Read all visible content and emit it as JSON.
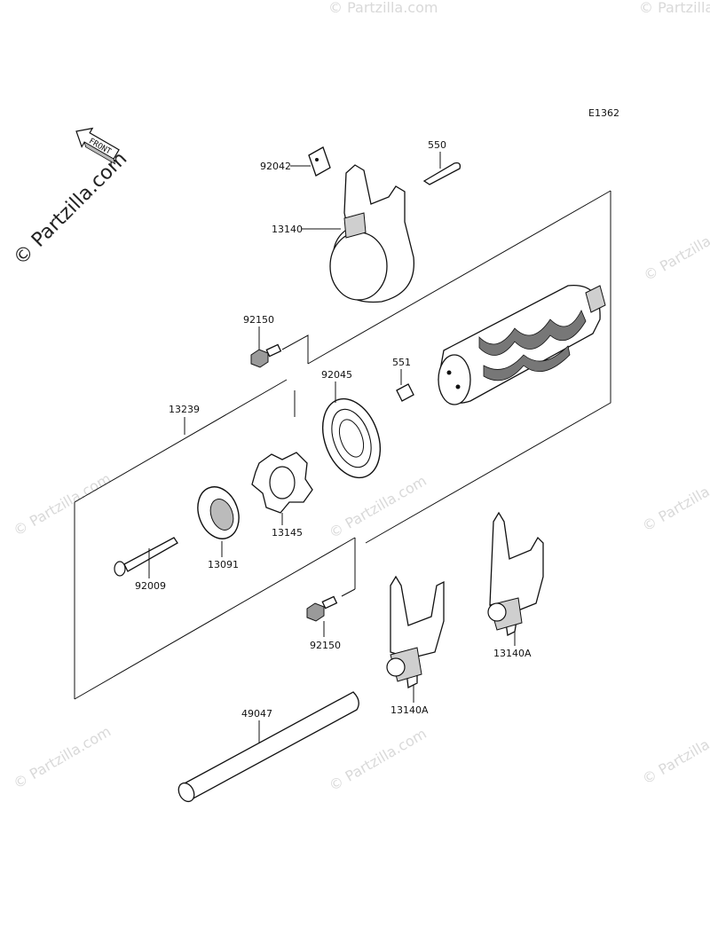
{
  "diagram_code": "E1362",
  "front_label": "FRONT",
  "copyright_text": "© Partzilla.com",
  "watermark_text": "© Partzilla.com",
  "callouts": {
    "p92042": "92042",
    "p550": "550",
    "p13140": "13140",
    "p92150_top": "92150",
    "p551": "551",
    "p92045": "92045",
    "p13239": "13239",
    "p13145": "13145",
    "p13091": "13091",
    "p92009": "92009",
    "p92150_bottom": "92150",
    "p13140A_right": "13140A",
    "p13140A_left": "13140A",
    "p49047": "49047"
  }
}
